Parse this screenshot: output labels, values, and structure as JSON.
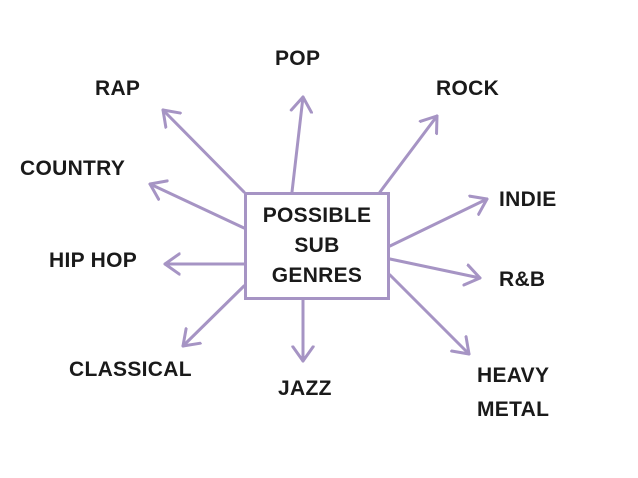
{
  "center": {
    "lines": [
      "POSSIBLE",
      "SUB",
      "GENRES"
    ]
  },
  "genres": {
    "pop": "POP",
    "rap": "RAP",
    "rock": "ROCK",
    "country": "COUNTRY",
    "indie": "INDIE",
    "hip_hop": "HIP HOP",
    "rnb": "R&B",
    "classical": "CLASSICAL",
    "jazz": "JAZZ",
    "heavy_metal": [
      "HEAVY",
      "METAL"
    ]
  },
  "colors": {
    "arrow": "#a694c4",
    "text": "#1a1a1a",
    "background": "#ffffff"
  }
}
